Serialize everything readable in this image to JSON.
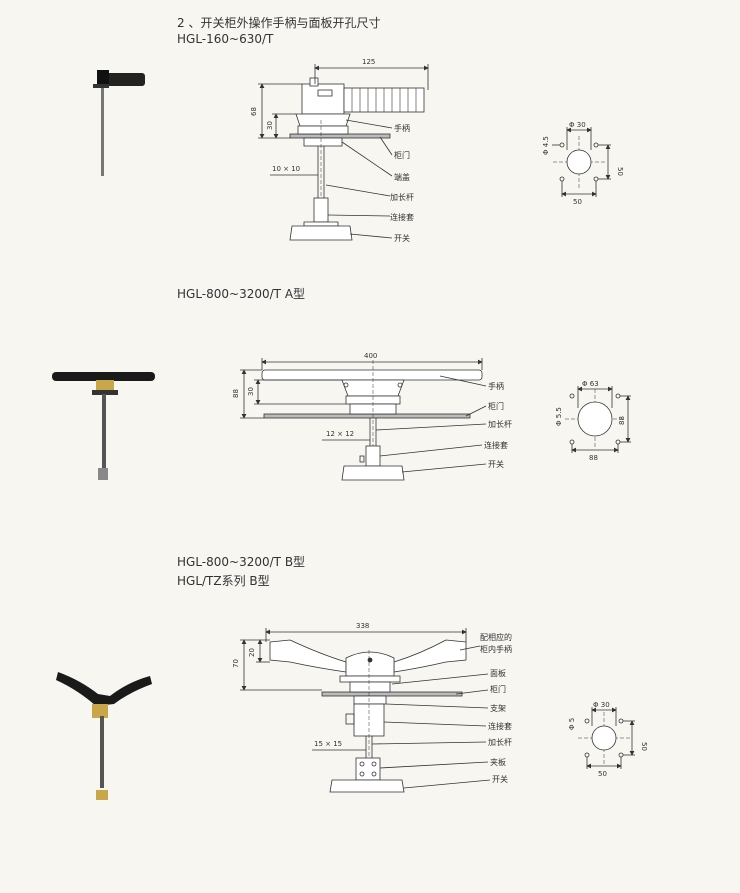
{
  "heading": {
    "line1": "2 、开关柜外操作手柄与面板开孔尺寸",
    "line2": "HGL-160~630/T"
  },
  "section2": {
    "title": "HGL-800~3200/T A型"
  },
  "section3": {
    "title1": "HGL-800~3200/T B型",
    "title2": "HGL/TZ系列 B型"
  },
  "d1": {
    "dims": {
      "w": "125",
      "h1": "68",
      "h2": "30",
      "shaft": "10 × 10"
    },
    "labels": [
      "手柄",
      "柜门",
      "端盖",
      "加长杆",
      "连接套",
      "开关"
    ],
    "hole": {
      "dia": "Φ 30",
      "w": "50",
      "h": "50",
      "small": "Φ 4.5"
    }
  },
  "d2": {
    "dims": {
      "w": "400",
      "h1": "88",
      "h2": "30",
      "shaft": "12 × 12"
    },
    "labels": [
      "手柄",
      "柜门",
      "加长杆",
      "连接套",
      "开关"
    ],
    "hole": {
      "dia": "Φ 63",
      "w": "88",
      "h": "88",
      "small": "Φ 5.5"
    }
  },
  "d3": {
    "dims": {
      "w": "338",
      "h1": "70",
      "h2": "20",
      "shaft": "15 × 15"
    },
    "labels": [
      "配相应的",
      "柜内手柄",
      "面板",
      "柜门",
      "支架",
      "连接套",
      "加长杆",
      "夹板",
      "开关"
    ],
    "hole": {
      "dia": "Φ 30",
      "w": "50",
      "h": "50",
      "small": "Φ 5"
    }
  }
}
